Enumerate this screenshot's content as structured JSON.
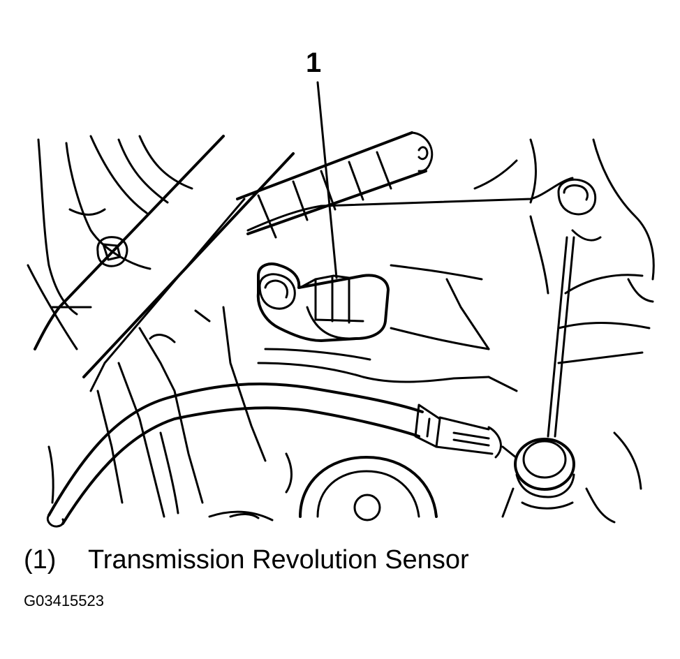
{
  "callout": {
    "number": "1"
  },
  "caption": {
    "number": "(1)",
    "label": "Transmission Revolution Sensor"
  },
  "figure_id": "G03415523"
}
